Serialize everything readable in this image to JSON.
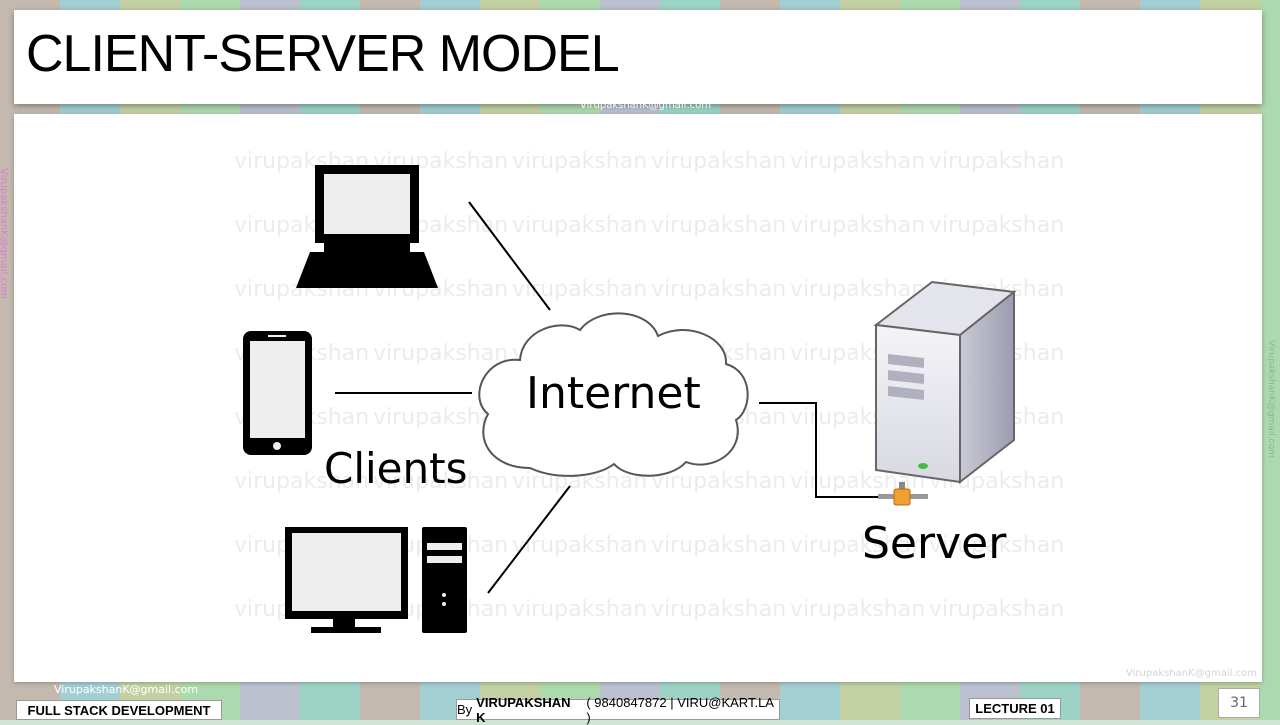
{
  "slide": {
    "title": "CLIENT-SERVER MODEL",
    "page_number": "31"
  },
  "diagram": {
    "internet_label": "Internet",
    "clients_label": "Clients",
    "server_label": "Server",
    "nodes": [
      {
        "name": "laptop",
        "icon": "laptop-icon"
      },
      {
        "name": "phone",
        "icon": "smartphone-icon"
      },
      {
        "name": "desktop",
        "icon": "desktop-computer-icon"
      },
      {
        "name": "internet",
        "icon": "cloud-icon"
      },
      {
        "name": "server",
        "icon": "server-tower-icon"
      }
    ]
  },
  "watermark": {
    "word": "virupakshan",
    "email": "VirupakshanK@gmail.com"
  },
  "footer": {
    "course": "FULL STACK DEVELOPMENT",
    "by_prefix": "By",
    "author": "VIRUPAKSHAN K",
    "contact": "( 9840847872 | VIRU@KART.LA )",
    "lecture": "LECTURE 01"
  },
  "colors": {
    "icon_fill": "#000000",
    "cloud_stroke": "#555555",
    "server_led": "#3fbf3f",
    "server_port": "#f0a030"
  }
}
